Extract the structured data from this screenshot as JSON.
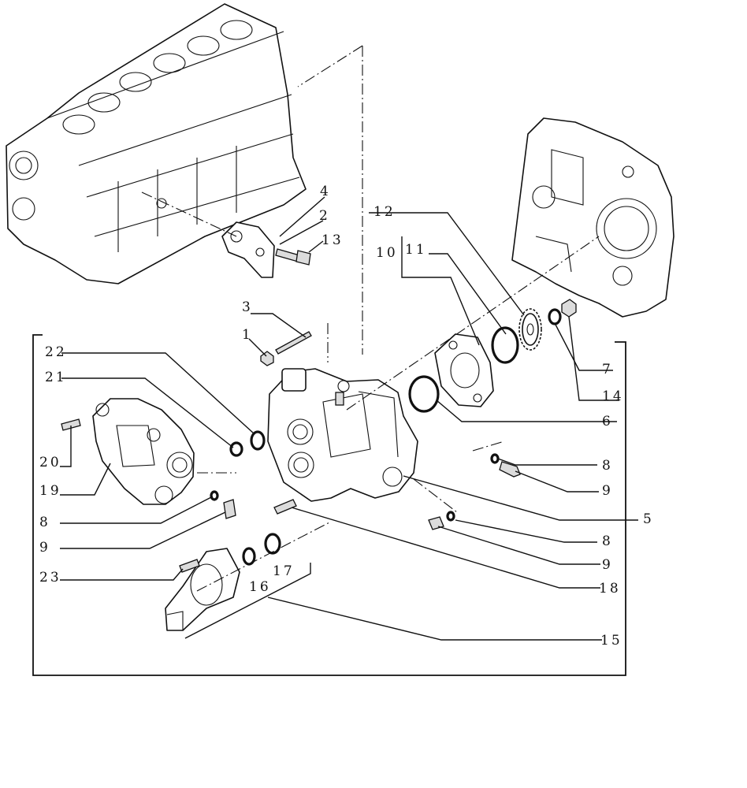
{
  "callouts": {
    "c1": "1",
    "c2": "2",
    "c3": "3",
    "c4": "4",
    "c5": "5",
    "c6": "6",
    "c7": "7",
    "c8a": "8",
    "c8b": "8",
    "c8c": "8",
    "c9a": "9",
    "c9b": "9",
    "c9c": "9",
    "c10": "10",
    "c11": "11",
    "c12": "12",
    "c13": "13",
    "c14": "14",
    "c15": "15",
    "c16": "16",
    "c17": "17",
    "c18": "18",
    "c19": "19",
    "c20": "20",
    "c21": "21",
    "c22": "22",
    "c23": "23"
  }
}
